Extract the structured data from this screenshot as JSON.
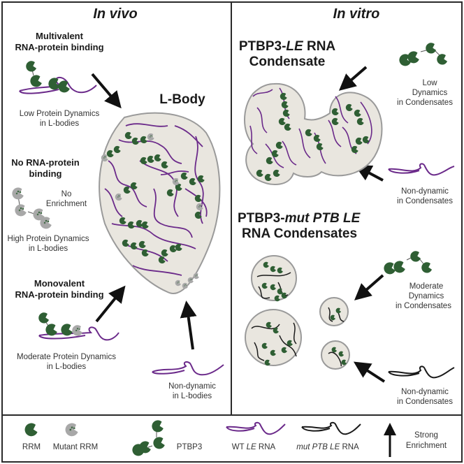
{
  "colors": {
    "rrm": "#2f5f34",
    "mutant_rrm": "#a8a8a8",
    "wt_rna": "#6b2a8a",
    "mut_rna": "#1a1a1a",
    "condensate_fill": "#e9e6df",
    "condensate_border": "#9a9a9a",
    "arrow": "#111111"
  },
  "in_vivo": {
    "title": "In vivo",
    "multivalent": {
      "heading_line1": "Multivalent",
      "heading_line2": "RNA-protein binding",
      "caption_line1": "Low Protein Dynamics",
      "caption_line2": "in L-bodies"
    },
    "no_binding": {
      "heading_line1": "No RNA-protein",
      "heading_line2": "binding",
      "side_line1": "No",
      "side_line2": "Enrichment",
      "caption_line1": "High Protein Dynamics",
      "caption_line2": "in L-bodies"
    },
    "monovalent": {
      "heading_line1": "Monovalent",
      "heading_line2": "RNA-protein binding",
      "caption_line1": "Moderate Protein Dynamics",
      "caption_line2": "in L-bodies"
    },
    "lbody_label": "L-Body",
    "rna_caption_line1": "Non-dynamic",
    "rna_caption_line2": "in L-bodies"
  },
  "in_vitro": {
    "title": "In vitro",
    "le": {
      "title_prefix": "PTBP3-",
      "title_italic": "LE",
      "title_suffix": " RNA",
      "title_line2": "Condensate",
      "protein_caption_line1": "Low",
      "protein_caption_line2": "Dynamics",
      "protein_caption_line3": "in Condensates",
      "rna_caption_line1": "Non-dynamic",
      "rna_caption_line2": "in Condensates"
    },
    "mut": {
      "title_prefix": "PTBP3-",
      "title_italic": "mut PTB LE",
      "title_line2": "RNA Condensates",
      "protein_caption_line1": "Moderate",
      "protein_caption_line2": "Dynamics",
      "protein_caption_line3": "in Condensates",
      "rna_caption_line1": "Non-dynamic",
      "rna_caption_line2": "in Condensates"
    }
  },
  "legend": {
    "rrm": "RRM",
    "mutant_rrm": "Mutant RRM",
    "ptbp3": "PTBP3",
    "wt_prefix": "WT ",
    "wt_italic": "LE",
    "wt_suffix": " RNA",
    "mut_italic": "mut PTB LE",
    "mut_suffix": " RNA",
    "arrow_line1": "Strong",
    "arrow_line2": "Enrichment"
  }
}
